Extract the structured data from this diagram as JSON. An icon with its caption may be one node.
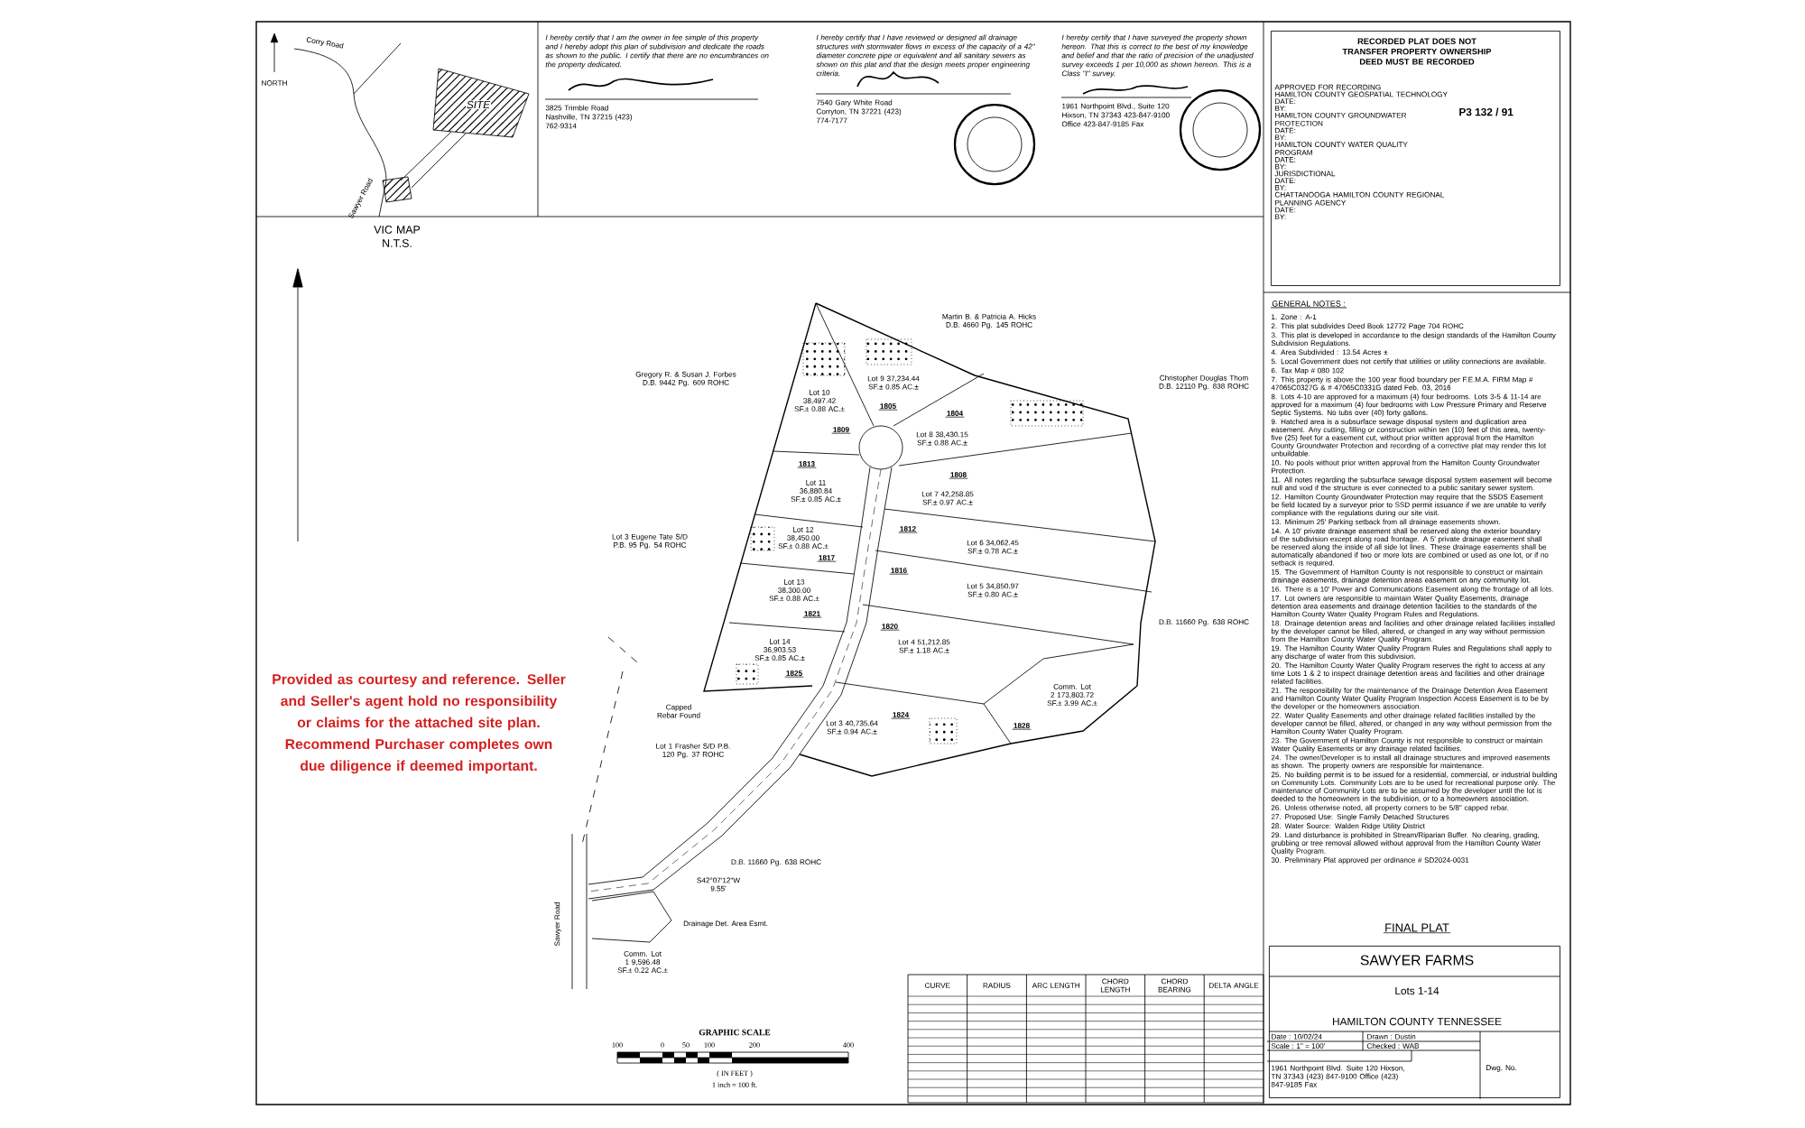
{
  "diagram": {
    "nodes": [
      {
        "text": [
          "VIC MAP N.T.S."
        ]
      },
      {
        "text": [
          "I hereby certify that I am the owner in fee simple of this property and I hereby adopt this plan of subdivision and dedicate the roads as shown to the public. I certify that there are no encumbrances on the property dedicated.",
          "3825 Trimble Road Nashville, TN 37215 (423) 762-9314"
        ]
      },
      {
        "text": [
          "I hereby certify that I have reviewed or designed all drainage structures with stormwater flows in excess of the capacity of a 42\" diameter concrete pipe or equivalent and all sanitary sewers as shown on this plat and that the design meets proper engineering criteria.",
          "7540 Gary White Road Corryton, TN 37221 (423) 774-7177"
        ]
      },
      {
        "text": [
          "I hereby certify that I have surveyed the property shown hereon. That this is correct to the best of my knowledge and belief and that the ratio of precision of the unadjusted survey exceeds 1 per 10,000 as shown hereon. This is a Class \"I\" survey.",
          "1961 Northpoint Blvd., Suite 120 Hixson, TN 37343 423-847-9100 Office 423-847-9185 Fax"
        ]
      },
      {
        "text": [
          "RECORDED PLAT DOES NOT TRANSFER PROPERTY OWNERSHIP DEED MUST BE RECORDED",
          "APPROVED FOR RECORDING",
          "HAMILTON COUNTY GEOSPATIAL TECHNOLOGY",
          "DATE:",
          "BY:",
          "HAMILTON COUNTY GROUNDWATER PROTECTION",
          "DATE:",
          "BY:",
          "HAMILTON COUNTY WATER QUALITY PROGRAM",
          "DATE:",
          "BY:",
          "JURISDICTIONAL",
          "DATE:",
          "BY:",
          "CHATTANOOGA HAMILTON COUNTY REGIONAL PLANNING AGENCY",
          "DATE:",
          "BY:",
          "P3 132 / 91"
        ]
      },
      {
        "text": [
          "GENERAL NOTES :",
          "1. Zone : A-1",
          "2. This plat subdivides Deed Book 12772 Page 704 ROHC",
          "3. This plat is developed in accordance to the design standards of the Hamilton County Subdivision Regulations.",
          "4. Area Subdivided : 13.54 Acres ±",
          "5. Local Government does not certify that utilities or utility connections are available.",
          "6. Tax Map # 080 102",
          "7. This property is above the 100 year flood boundary per F.E.M.A. FIRM Map # 47065C0327G & # 47065C0331G dated Feb. 03, 2016",
          "8. Lots 4-10 are approved for a maximum (4) four bedrooms. Lots 3-5 & 11-14 are approved for a maximum (4) four bedrooms with Low Pressure Primary and Reserve Septic Systems. No tubs over (40) forty gallons.",
          "9. Hatched area is a subsurface sewage disposal system and duplication area easement. Any cutting, filling or construction within ten (10) feet of this area, twenty-five (25) feet for a easement cut, without prior written approval from the Hamilton County Groundwater Protection and recording of a corrective plat may render this lot unbuildable.",
          "10. No pools without prior written approval from the Hamilton County Groundwater Protection.",
          "11. All notes regarding the subsurface sewage disposal system easement will become null and void if the structure is ever connected to a public sanitary sewer system.",
          "12. Hamilton County Groundwater Protection may require that the SSDS Easement be field located by a surveyor prior to SSD permit issuance if we are unable to verify compliance with the regulations during our site visit.",
          "13. Minimum 25' Parking setback from all drainage easements shown.",
          "14. A 10' private drainage easement shall be reserved along the exterior boundary of the subdivision except along road frontage. A 5' private drainage easement shall be reserved along the inside of all side lot lines. These drainage easements shall be automatically abandoned if two or more lots are combined or used as one lot, or if no setback is required.",
          "15. The Government of Hamilton County is not responsible to construct or maintain drainage easements, drainage detention areas easement on any community lot.",
          "16. There is a 10' Power and Communications Easement along the frontage of all lots.",
          "17. Lot owners are responsible to maintain Water Quality Easements, drainage detention area easements and drainage detention facilities to the standards of the Hamilton County Water Quality Program Rules and Regulations.",
          "18. Drainage detention areas and facilities and other drainage related facilities installed by the developer cannot be filled, altered, or changed in any way without permission from the Hamilton County Water Quality Program.",
          "19. The Hamilton County Water Quality Program Rules and Regulations shall apply to any discharge of water from this subdivision.",
          "20. The Hamilton County Water Quality Program reserves the right to access at any time Lots 1 & 2 to inspect drainage detention areas and facilities and other drainage related facilities.",
          "21. The responsibility for the maintenance of the Drainage Detention Area Easement and Hamilton County Water Quality Program Inspection Access Easement is to be by the developer or the homeowners association.",
          "22. Water Quality Easements and other drainage related facilities installed by the developer cannot be filled, altered, or changed in any way without permission from the Hamilton County Water Quality Program.",
          "23. The Government of Hamilton County is not responsible to construct or maintain Water Quality Easements or any drainage related facilities.",
          "24. The owner/Developer is to install all drainage structures and improved easements as shown. The property owners are responsible for maintenance.",
          "25. No building permit is to be issued for a residential, commercial, or industrial building on Community Lots. Community Lots are to be used for recreational purpose only. The maintenance of Community Lots are to be assumed by the developer until the lot is deeded to the homeowners in the subdivision, or to a homeowners association.",
          "26. Unless otherwise noted, all property corners to be 5/8\" capped rebar.",
          "27. Proposed Use: Single Family Detached Structures",
          "28. Water Source: Walden Ridge Utility District",
          "29. Land disturbance is prohibited in Stream/Riparian Buffer. No clearing, grading, grubbing or tree removal allowed without approval from the Hamilton County Water Quality Program.",
          "30. Preliminary Plat approved per ordinance # SD2024-0031"
        ]
      },
      {
        "text": [
          "SAWYER FARMS",
          "Lots 1-14",
          "HAMILTON COUNTY TENNESSEE",
          "Date : 10/02/24",
          "Drawn : Dustin",
          "Scale : 1\" = 100'",
          "Checked : WAB",
          "1961 Northpoint Blvd. Suite 120 Hixson, TN 37343 (423) 847-9100 Office (423) 847-9185 Fax",
          "Dwg. No."
        ]
      }
    ],
    "labels": [
      "NORTH",
      "Corry Road",
      "SITE",
      "Sawyer Road",
      "Provided as courtesy and reference. Seller and Seller's agent hold no responsibility or claims for the attached site plan.  Recommend Purchaser completes own due diligence if deemed important.",
      "Gregory R. & Susan J. Forbes D.B. 9442 Pg. 609 ROHC",
      "Martin B. & Patricia A. Hicks D.B. 4660 Pg. 145 ROHC",
      "Christopher Douglas Thom D.B. 12110 Pg. 838 ROHC",
      "Lot 3 Eugene Tate S/D P.B. 95 Pg. 54 ROHC",
      "Capped Rebar Found",
      "Lot 1 Frasher S/D P.B. 120 Pg. 37 ROHC",
      "D.B. 11660 Pg. 638 ROHC",
      "D.B. 11660 Pg. 638 ROHC",
      "Lot 10 38,497.42 SF.± 0.88 AC.±",
      "1809",
      "Lot 9 37,234.44 SF.± 0.85 AC.±",
      "1805",
      "1804",
      "Lot 8 38,430.15 SF.± 0.88 AC.±",
      "1813",
      "Lot 11 36,880.84 SF.± 0.85 AC.±",
      "1808",
      "Lot 7 42,258.85 SF.± 0.97 AC.±",
      "1812",
      "Lot 12 38,450.00 SF.± 0.88 AC.±",
      "1817",
      "Lot 6 34,062.45 SF.± 0.78 AC.±",
      "1816",
      "Lot 13 38,300.00 SF.± 0.88 AC.±",
      "1821",
      "Lot 5 34,850.97 SF.± 0.80 AC.±",
      "1820",
      "Lot 14 36,903.53 SF.± 0.85 AC.±",
      "1825",
      "Lot 4 51,212.85 SF.± 1.18 AC.±",
      "Lot 3 40,735.64 SF.± 0.94 AC.±",
      "1824",
      "Comm. Lot 2 173,803.72 SF.± 3.99 AC.±",
      "1828",
      "Sawyer Road",
      "S42°07'12\"W 9.55'",
      "Drainage Det. Area Esmt.",
      "Comm. Lot 1 9,596.48 SF.± 0.22 AC.±",
      "GRAPHIC SCALE",
      "100",
      "0",
      "50",
      "100",
      "200",
      "400",
      "( IN FEET )",
      "1 inch = 100 ft.",
      "CURVE",
      "RADIUS",
      "ARC LENGTH",
      "CHORD LENGTH",
      "CHORD BEARING",
      "DELTA ANGLE",
      "FINAL PLAT"
    ]
  }
}
